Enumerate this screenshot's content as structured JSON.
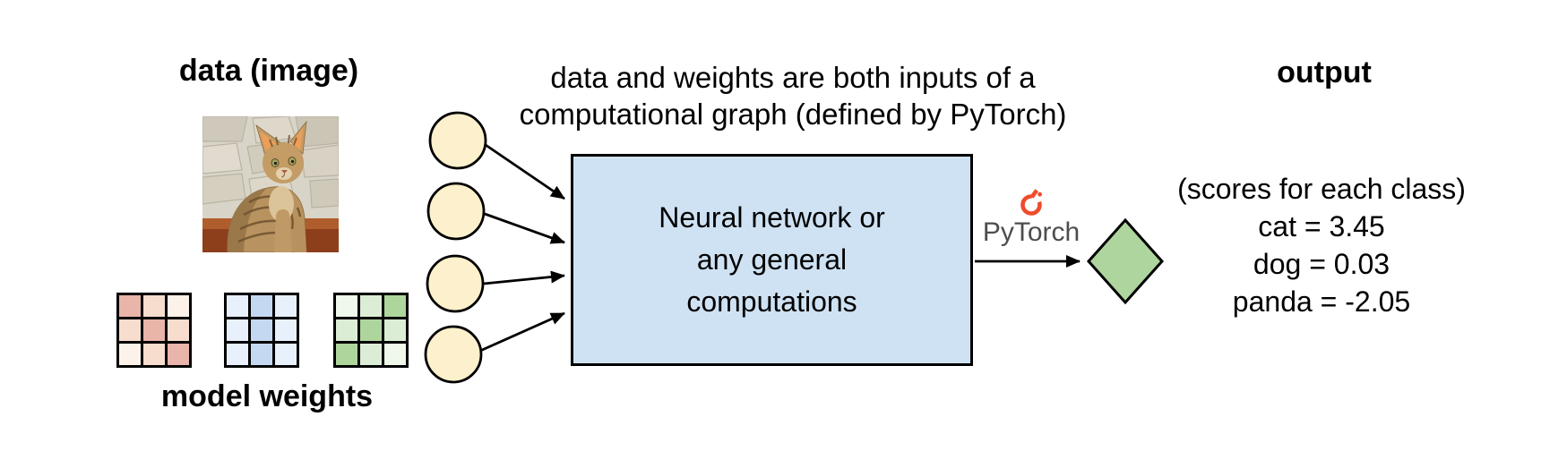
{
  "colors": {
    "node_fill": "#fdf0cc",
    "box_fill": "#cfe2f3",
    "diamond_fill": "#aed59e",
    "pytorch_orange": "#ee4c2c",
    "pytorch_text": "#4d4d4d",
    "outline": "#000000"
  },
  "left": {
    "data_label": "data (image)",
    "weights_label": "model weights",
    "cat_image_icon": "cat-photo",
    "weight_grids": [
      {
        "name": "red-weight-grid",
        "cells": [
          "#e9b4a9",
          "#f6ddcd",
          "#fdf2e9",
          "#f6ddcd",
          "#e9b4a9",
          "#f6ddcd",
          "#fdf2e9",
          "#f6ddcd",
          "#e9b4a9"
        ]
      },
      {
        "name": "blue-weight-grid",
        "cells": [
          "#e7f0fb",
          "#c5d8f1",
          "#e7f0fb",
          "#e7f0fb",
          "#c5d8f1",
          "#e7f0fb",
          "#e7f0fb",
          "#c5d8f1",
          "#e7f0fb"
        ]
      },
      {
        "name": "green-weight-grid",
        "cells": [
          "#eff8ea",
          "#dcedd5",
          "#aed69c",
          "#dcedd5",
          "#aed69c",
          "#dcedd5",
          "#aed69c",
          "#dcedd5",
          "#eff8ea"
        ]
      }
    ]
  },
  "center": {
    "caption_line1": "data and weights are both inputs of a",
    "caption_line2": "computational graph (defined by PyTorch)",
    "box_line1": "Neural network or",
    "box_line2": "any general",
    "box_line3": "computations",
    "input_node_icon": "graph-input-node",
    "output_node_icon": "graph-output-diamond"
  },
  "right": {
    "pytorch_label": "PyTorch",
    "pytorch_icon": "pytorch-flame",
    "output_label": "output",
    "scores_caption": "(scores for each class)",
    "scores": [
      {
        "label": "cat = 3.45"
      },
      {
        "label": "dog = 0.03"
      },
      {
        "label": "panda = -2.05"
      }
    ]
  }
}
